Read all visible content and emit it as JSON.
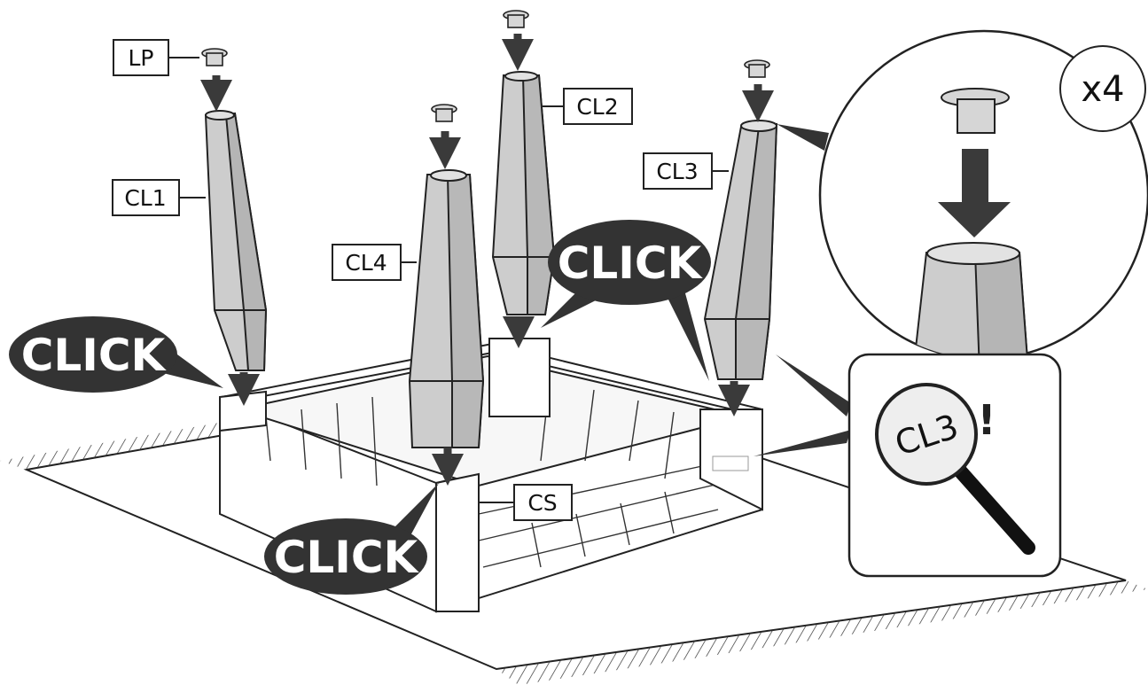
{
  "labels": {
    "lp": "LP",
    "cl1": "CL1",
    "cl2": "CL2",
    "cl3": "CL3",
    "cl4": "CL4",
    "cs": "CS"
  },
  "callouts": {
    "click_left": "CLICK",
    "click_center": "CLICK",
    "click_bottom": "CLICK"
  },
  "detail": {
    "quantity": "x4",
    "magnifier_label": "CL3",
    "exclamation": "!"
  },
  "colors": {
    "leg_fill": "#cdcdcd",
    "leg_dark": "#a9a9a9",
    "callout_bg": "#333333",
    "arrow": "#3a3a3a",
    "line": "#222222"
  }
}
